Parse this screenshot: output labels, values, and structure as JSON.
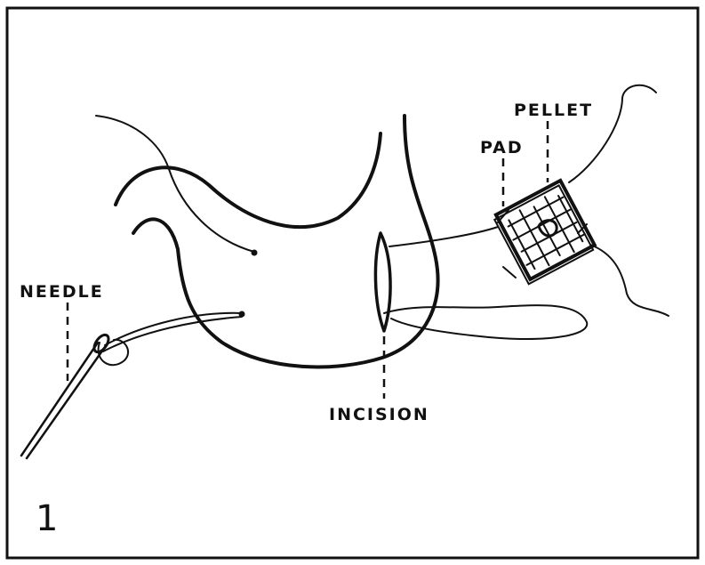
{
  "labels": {
    "pellet": "PELLET",
    "pad": "PAD",
    "needle": "NEEDLE",
    "incision": "INCISION"
  },
  "figure_number": "1",
  "colors": {
    "ink": "#111111",
    "background": "#ffffff"
  }
}
